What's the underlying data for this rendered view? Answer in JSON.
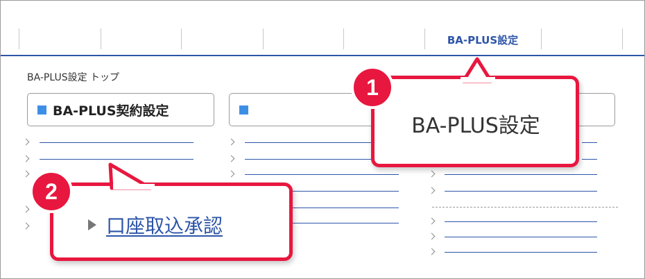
{
  "nav": {
    "active_tab_label": "BA-PLUS設定"
  },
  "breadcrumb": "BA-PLUS設定 トップ",
  "panels": [
    {
      "title": "BA-PLUS契約設定"
    },
    {
      "title": ""
    },
    {
      "title": ""
    }
  ],
  "callouts": [
    {
      "number": "1",
      "text": "BA-PLUS設定"
    },
    {
      "number": "2",
      "text": "口座取込承認"
    }
  ],
  "colors": {
    "accent_red": "#e8173f",
    "link_blue": "#2d55a8",
    "square_blue": "#3d8fe6"
  }
}
